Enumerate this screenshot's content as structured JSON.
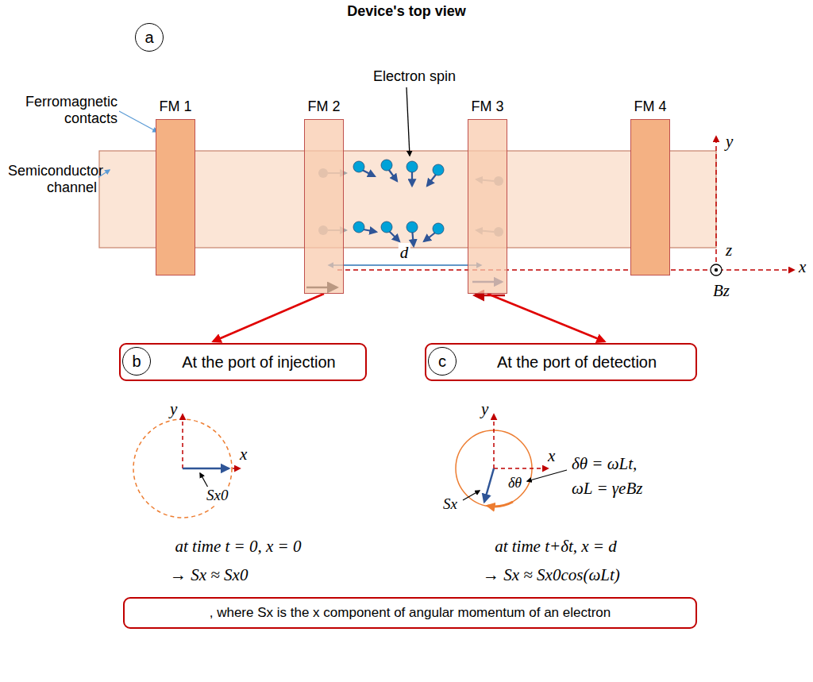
{
  "diagram": {
    "title": "Device's top view",
    "nodes": [
      {
        "text": [
          "a"
        ]
      },
      {
        "text": [
          "FM 1"
        ]
      },
      {
        "text": [
          "FM 2"
        ]
      },
      {
        "text": [
          "FM 3"
        ]
      },
      {
        "text": [
          "FM 4"
        ]
      },
      {
        "text": [
          "b"
        ]
      },
      {
        "text": [
          "At the port of injection"
        ]
      },
      {
        "text": [
          "c"
        ]
      },
      {
        "text": [
          "At the port of detection"
        ]
      },
      {
        "text": [
          ", where Sx is the x component of angular momentum of an electron"
        ]
      }
    ],
    "edges": [
      {
        "from": 2,
        "to": 6,
        "arrow": "to"
      },
      {
        "from": 3,
        "to": 8,
        "arrow": "to"
      }
    ],
    "labels": [
      "Ferromagnetic contacts",
      "Semiconductor channel",
      "Electron spin",
      "d",
      "y",
      "z",
      "x",
      "Bz",
      "y",
      "x",
      "Sx0",
      "at time t = 0, x = 0",
      "→ Sx ≈ Sx0",
      "y",
      "x",
      "Sx",
      "δθ",
      "δθ = ωLt,",
      "ωL = γeBz",
      "at time t+δt, x = d",
      "→ Sx ≈ Sx0cos(ωLt)"
    ]
  }
}
